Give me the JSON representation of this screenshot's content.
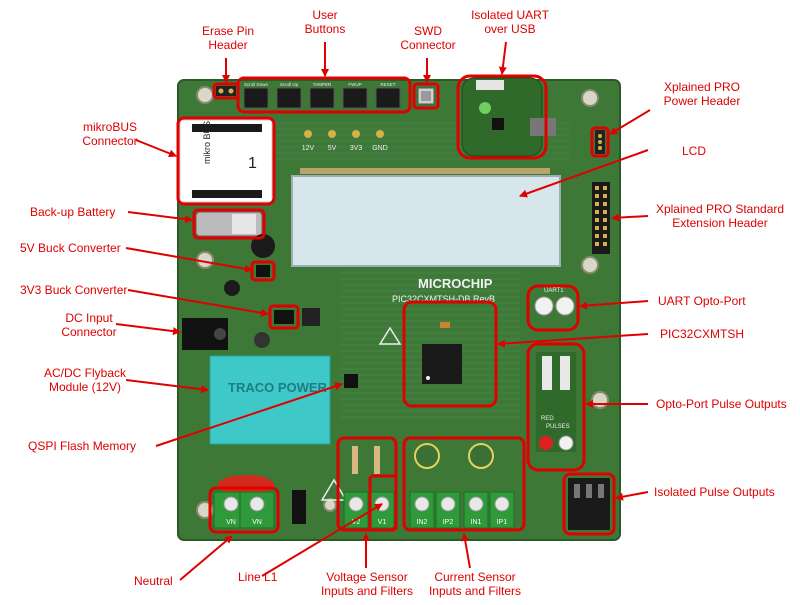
{
  "accent_color": "#e00000",
  "board": {
    "brand": "MICROCHIP",
    "part_number": "PIC32CXMTSH-DB RevB",
    "mikrobus_text": "mikro BUS",
    "buttons": [
      "Scroll Down",
      "Scroll Up",
      "TAMPER",
      "FWUP",
      "RESET"
    ],
    "power_labels": [
      "12V",
      "5V",
      "3V3",
      "GND"
    ],
    "module_text": "TRACO POWER",
    "terminal_labels": [
      "VN",
      "VN",
      "V2",
      "V1",
      "IN2",
      "IP2",
      "IN1",
      "IP1"
    ],
    "uart_label": "UART1",
    "pulses_label": "PULSES",
    "red_label": "RED"
  },
  "callouts": {
    "erase_pin_header": "Erase Pin\nHeader",
    "user_buttons": "User\nButtons",
    "swd_connector": "SWD\nConnector",
    "isolated_uart": "Isolated UART\nover USB",
    "xplained_power": "Xplained PRO\nPower Header",
    "lcd": "LCD",
    "xplained_ext": "Xplained PRO Standard\nExtension Header",
    "uart_opto": "UART Opto-Port",
    "pic32": "PIC32CXMTSH",
    "opto_pulse": "Opto-Port Pulse Outputs",
    "isolated_pulse": "Isolated Pulse Outputs",
    "mikrobus": "mikroBUS\nConnector",
    "backup_battery": "Back-up Battery",
    "buck_5v": "5V Buck Converter",
    "buck_3v3": "3V3 Buck Converter",
    "dc_input": "DC Input\nConnector",
    "flyback": "AC/DC Flyback\nModule (12V)",
    "qspi": "QSPI Flash Memory",
    "neutral": "Neutral",
    "line_l1": "Line L1",
    "voltage_sensor": "Voltage Sensor\nInputs and Filters",
    "current_sensor": "Current Sensor\nInputs and Filters"
  }
}
